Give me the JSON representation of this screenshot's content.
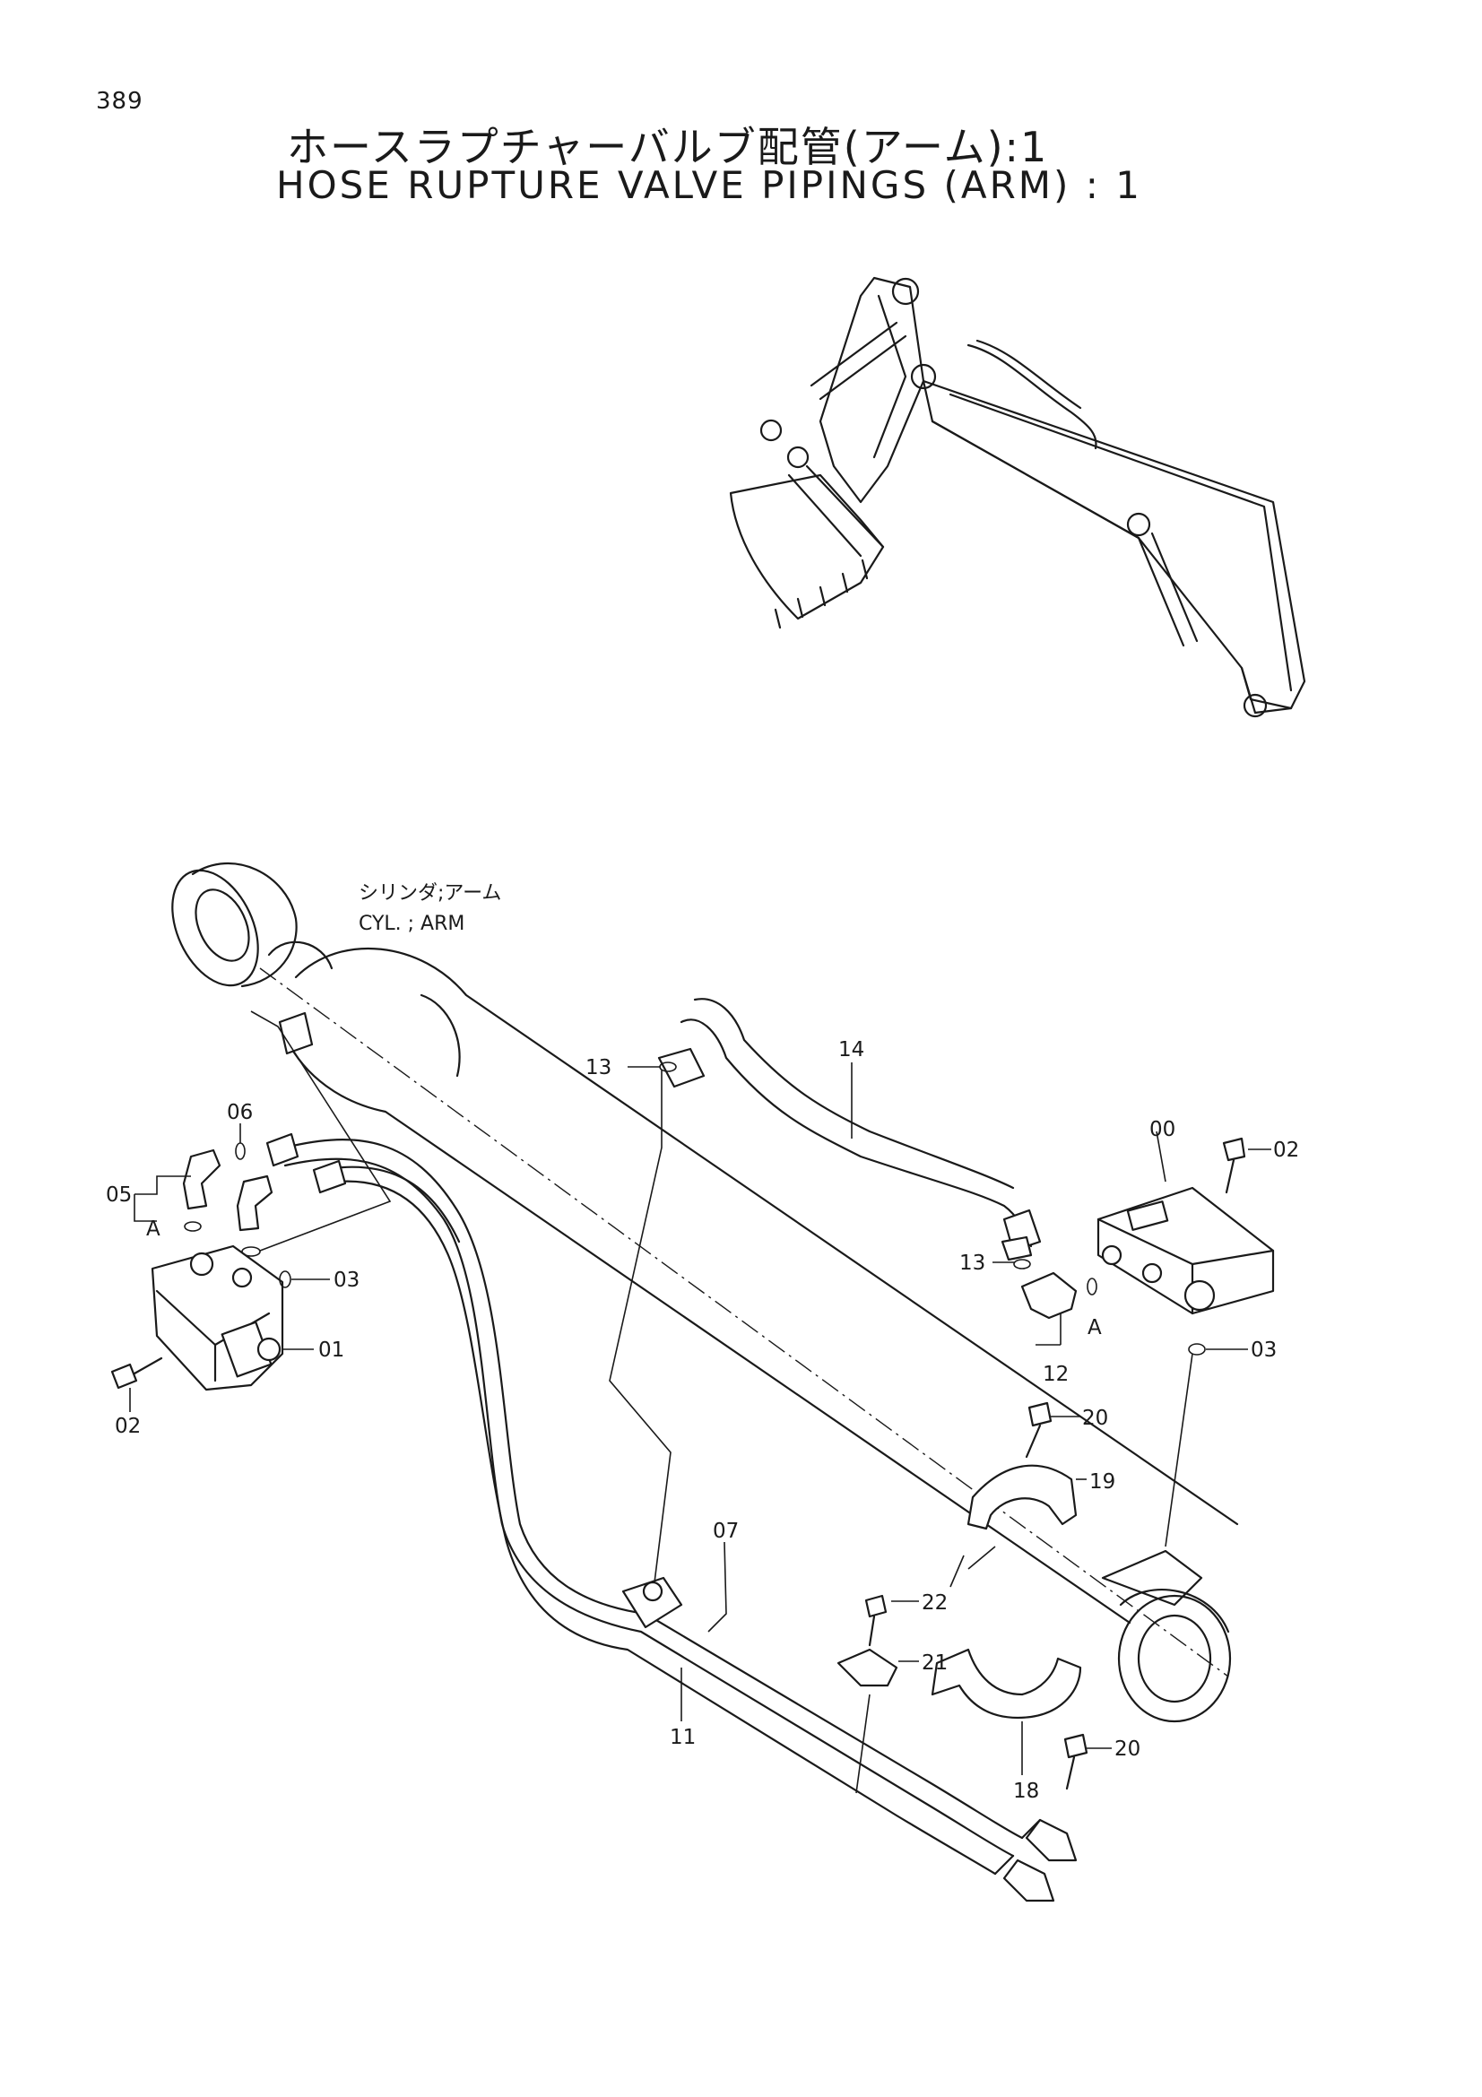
{
  "page_number": "389",
  "title_jp": "ホースラプチャーバルブ配管(アーム):1",
  "title_en": "HOSE RUPTURE VALVE PIPINGS (ARM) : 1",
  "cylinder_label_jp": "シリンダ;アーム",
  "cylinder_label_en": "CYL. ; ARM",
  "section_marks": [
    "A",
    "A"
  ],
  "callouts": [
    "00",
    "01",
    "02",
    "02",
    "03",
    "03",
    "05",
    "06",
    "07",
    "11",
    "12",
    "13",
    "13",
    "14",
    "18",
    "19",
    "20",
    "20",
    "21",
    "22"
  ]
}
